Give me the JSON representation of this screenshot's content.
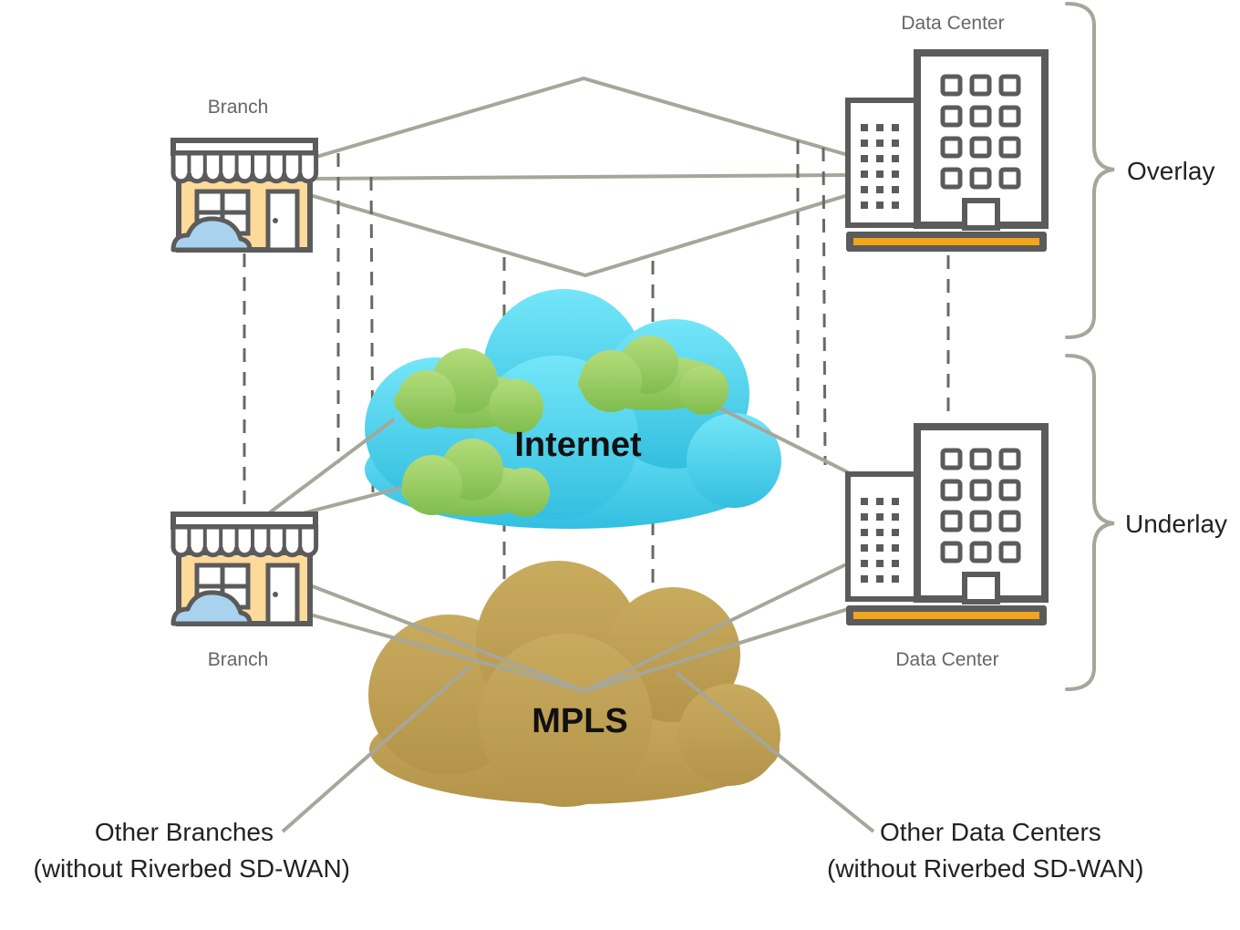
{
  "labels": {
    "branch_top": "Branch",
    "branch_bottom": "Branch",
    "dc_top": "Data Center",
    "dc_bottom": "Data Center",
    "overlay": "Overlay",
    "underlay": "Underlay",
    "internet": "Internet",
    "mpls": "MPLS",
    "other_branches_line1": "Other Branches",
    "other_branches_line2": "(without Riverbed SD-WAN)",
    "other_dcs_line1": "Other Data Centers",
    "other_dcs_line2": "(without Riverbed SD-WAN)"
  },
  "colors": {
    "line": "#a6a69a",
    "dashed": "#6a6a62",
    "icon_gray": "#5b5b5b",
    "shop_fill": "#fdd99a",
    "small_cloud": "#a9d2ee",
    "internet_cloud": "#3ec8e4",
    "green_cloud": "#8cc65a",
    "mpls_cloud": "#bc9c52",
    "dc_accent": "#f2a51c"
  }
}
